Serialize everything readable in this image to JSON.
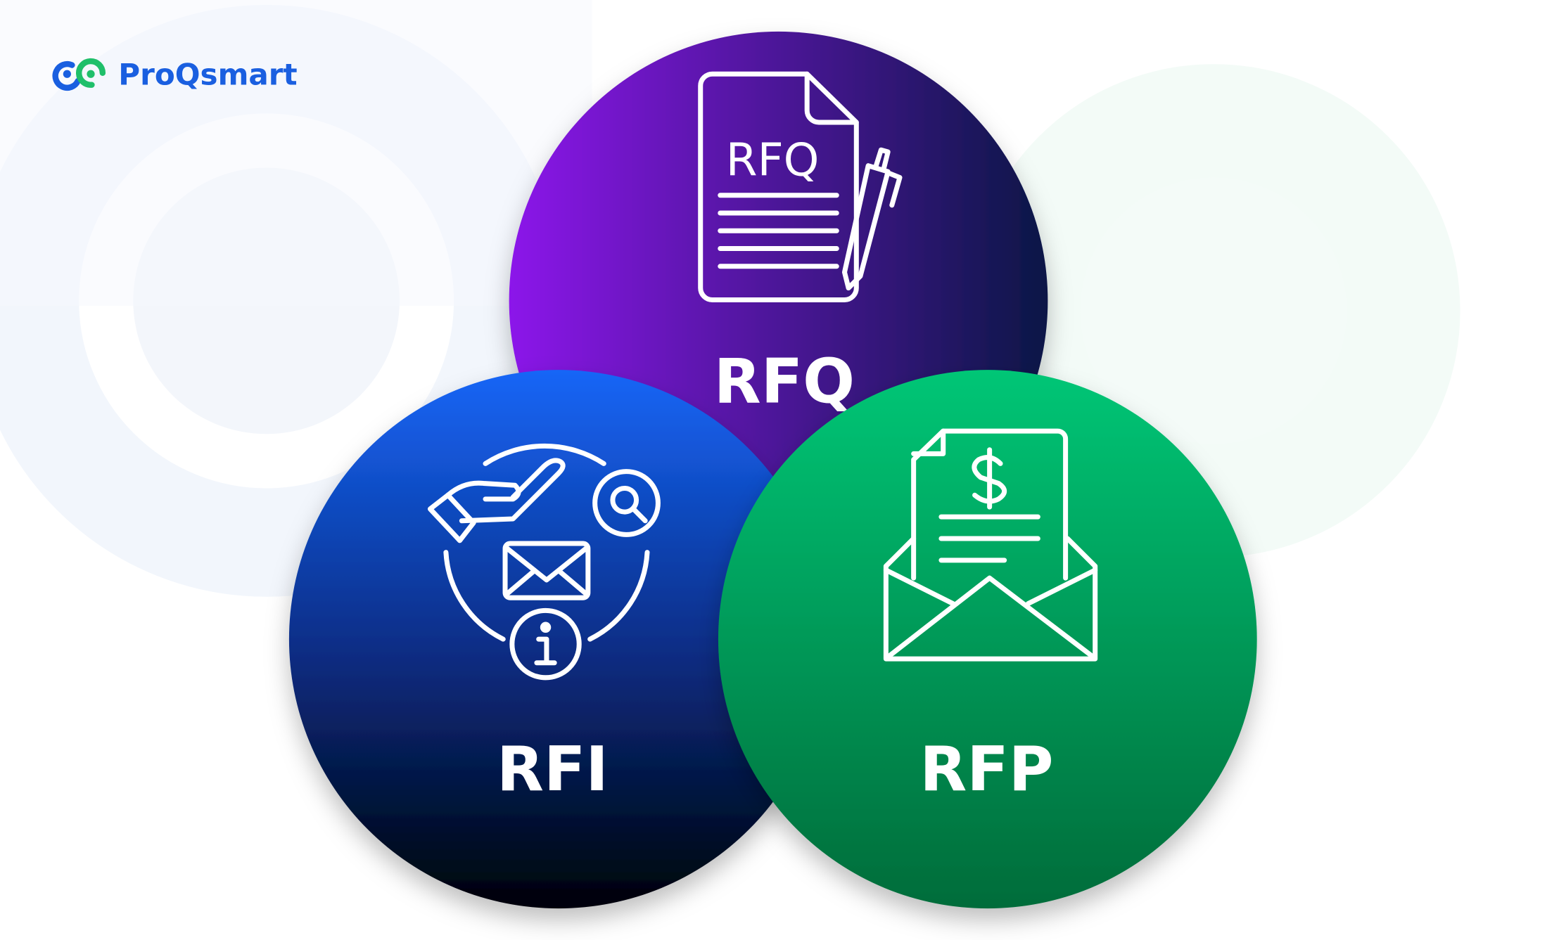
{
  "brand": {
    "name": "ProQsmart",
    "color": "#1a5fe0",
    "accent": "#1fbf6a"
  },
  "circles": [
    {
      "id": "rfq",
      "label": "RFQ",
      "icon": "rfq-document-pen-icon",
      "icon_text": "RFQ",
      "colors": [
        "#8a12e6",
        "#0c1448"
      ]
    },
    {
      "id": "rfi",
      "label": "RFI",
      "icon": "information-exchange-icon",
      "colors": [
        "#1565f5",
        "#02040e"
      ]
    },
    {
      "id": "rfp",
      "label": "RFP",
      "icon": "envelope-dollar-document-icon",
      "colors": [
        "#03c472",
        "#02703c"
      ]
    }
  ]
}
